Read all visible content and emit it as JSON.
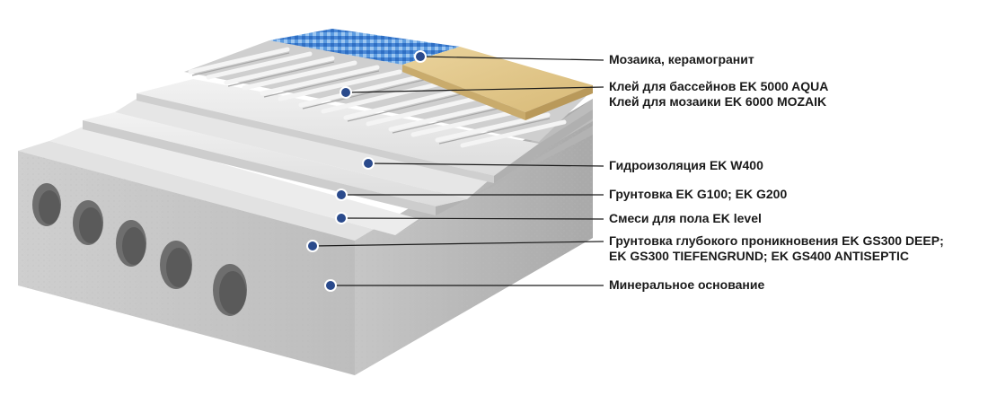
{
  "diagram": {
    "layers": [
      {
        "id": "mosaic",
        "lines": [
          "Мозаика, керамогранит"
        ]
      },
      {
        "id": "adhesive",
        "lines": [
          "Клей для бассейнов EK 5000 AQUA",
          "Клей для мозаики EK 6000 MOZAIK"
        ]
      },
      {
        "id": "waterproofing",
        "lines": [
          "Гидроизоляция EK W400"
        ]
      },
      {
        "id": "primer",
        "lines": [
          "Грунтовка EK G100; EK G200"
        ]
      },
      {
        "id": "screed",
        "lines": [
          "Смеси для пола EK level"
        ]
      },
      {
        "id": "deep-primer",
        "lines": [
          "Грунтовка глубокого проникновения EK GS300 DEEP;",
          "EK GS300 TIEFENGRUND; EK GS400 ANTISEPTIC"
        ]
      },
      {
        "id": "base",
        "lines": [
          "Минеральное основание"
        ]
      }
    ],
    "colors": {
      "marker": "#2a4a8c",
      "leader": "#1a1a1a",
      "concrete": "#d9d9d9",
      "tile_beige": "#e3c98a",
      "mosaic_blue": "#3a7fd0"
    }
  }
}
